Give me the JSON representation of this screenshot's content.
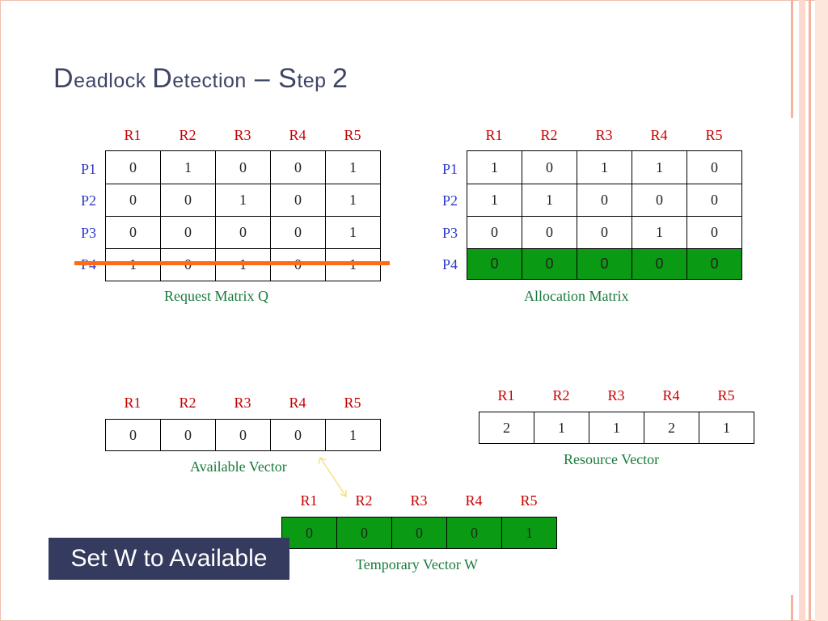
{
  "slide": {
    "title": "Deadlock Detection – Step 2",
    "title_parts": {
      "w1a": "D",
      "w1b": "eadlock ",
      "w2a": "D",
      "w2b": "etection",
      "dash": " – ",
      "w3a": "S",
      "w3b": "tep ",
      "w4": "2"
    }
  },
  "resources": [
    "R1",
    "R2",
    "R3",
    "R4",
    "R5"
  ],
  "processes": [
    "P1",
    "P2",
    "P3",
    "P4"
  ],
  "request_matrix": {
    "caption": "Request Matrix Q",
    "rows": [
      [
        "0",
        "1",
        "0",
        "0",
        "1"
      ],
      [
        "0",
        "0",
        "1",
        "0",
        "1"
      ],
      [
        "0",
        "0",
        "0",
        "0",
        "1"
      ],
      [
        "1",
        "0",
        "1",
        "0",
        "1"
      ]
    ]
  },
  "allocation_matrix": {
    "caption": "Allocation Matrix",
    "rows": [
      [
        "1",
        "0",
        "1",
        "1",
        "0"
      ],
      [
        "1",
        "1",
        "0",
        "0",
        "0"
      ],
      [
        "0",
        "0",
        "0",
        "1",
        "0"
      ],
      [
        "0",
        "0",
        "0",
        "0",
        "0"
      ]
    ]
  },
  "available_vector": {
    "caption": "Available Vector",
    "values": [
      "0",
      "0",
      "0",
      "0",
      "1"
    ]
  },
  "resource_vector": {
    "caption": "Resource Vector",
    "values": [
      "2",
      "1",
      "1",
      "2",
      "1"
    ]
  },
  "temporary_vector": {
    "caption": "Temporary Vector W",
    "values": [
      "0",
      "0",
      "0",
      "0",
      "1"
    ]
  },
  "note": {
    "label": "Set W to Available"
  },
  "colors": {
    "title": "#3d4466",
    "header": "#c80000",
    "row_label": "#2b36c8",
    "caption": "#1a7a3c",
    "highlight": "#0a9a14",
    "strike": "#ff6a14",
    "note_bg": "#343b5e"
  }
}
